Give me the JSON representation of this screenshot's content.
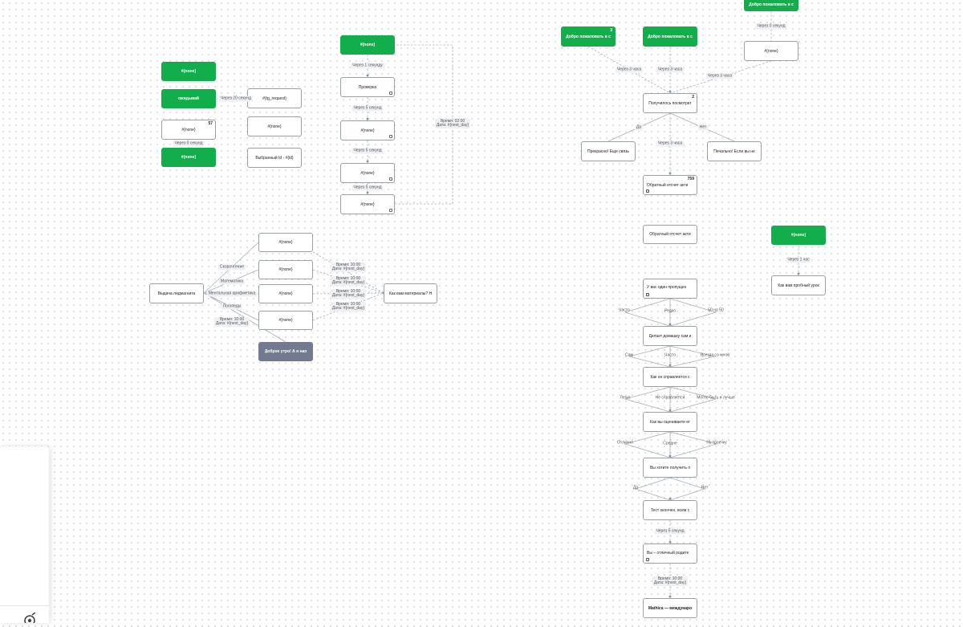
{
  "nodes": {
    "g1_start": {
      "text": "#{none}",
      "style": "green"
    },
    "g1_waiting": {
      "text": "ожидывай",
      "style": "green"
    },
    "g1_badge_node": {
      "text": "#{none}",
      "badge": "57"
    },
    "g1_bottom": {
      "text": "#{none}",
      "style": "green"
    },
    "g1_req": {
      "text": "#{tg_request}"
    },
    "g1_mid": {
      "text": "#{none}"
    },
    "g1_selected": {
      "text": "Выбранный Id - #{id}"
    },
    "g2_start": {
      "text": "#{none}",
      "style": "green"
    },
    "g2_check": {
      "text": "Проверка"
    },
    "g2_n1": {
      "text": "#{none}"
    },
    "g2_n2": {
      "text": "#{none}"
    },
    "g2_n3": {
      "text": "#{none}"
    },
    "g3_issue": {
      "text": "Выдача лидмагнита"
    },
    "g3_a": {
      "text": "#{none}"
    },
    "g3_b": {
      "text": "#{none}"
    },
    "g3_c": {
      "text": "#{none}"
    },
    "g3_d": {
      "text": "#{none}"
    },
    "g3_materials": {
      "text": "Как вам материалы? Н"
    },
    "g3_morning": {
      "text": "Доброе утро! А я нап",
      "style": "gray"
    },
    "g4_welcome1": {
      "text": "Добро пожаловать в с",
      "style": "green",
      "badge": "3"
    },
    "g4_welcome2": {
      "text": "Добро пожаловать в с",
      "style": "green"
    },
    "g4_welcome3": {
      "text": "Добро пожаловать в с",
      "style": "green"
    },
    "g4_none": {
      "text": "#{none}"
    },
    "g4_watched": {
      "text": "Получилось посмотрет",
      "badge": "2"
    },
    "g4_great": {
      "text": "Прекрасно! Еще связь"
    },
    "g4_sad": {
      "text": "Печально! Если вы не"
    },
    "g4_feedback1": {
      "text": "Обратный отсчет акти",
      "badge": "759"
    },
    "g5_feedback2": {
      "text": "Обратный отсчет акти"
    },
    "g6_none": {
      "text": "#{none}",
      "style": "green"
    },
    "g6_trial": {
      "text": "Как вам пробный урок"
    },
    "g7_q1": {
      "text": "У вас один пропущен"
    },
    "g7_q2": {
      "text": "Делает домашку сам и"
    },
    "g7_q3": {
      "text": "Как он справляется с"
    },
    "g7_q4": {
      "text": "Как вы оцениваете ег"
    },
    "g7_q5": {
      "text": "Вы хотите получить п"
    },
    "g7_q6": {
      "text": "Тест окончен, всем с"
    },
    "g7_q7": {
      "text": "Вы – отличный родите"
    },
    "g7_q8": {
      "text": "Mathica — междунаро"
    }
  },
  "edge_labels": {
    "g1_20s": "Через 20 секунд",
    "g1_0s": "Через 0 секунд",
    "g2_1s": "Через 1 секунду",
    "g2_5s_a": "Через 5 секунд",
    "g2_5s_b": "Через 5 секунд",
    "g2_5s_c": "Через 5 секунд",
    "g2_loop": "Время: 02:00\nДата: #{next_day}",
    "g3_soroban": "Скорочтение",
    "g3_math": "Математика",
    "g3_mental": "Ментальная арифметика",
    "g3_logic": "Логопеды",
    "g3_t1": "Время: 10:00\nДата: #{next_day}",
    "g3_t2": "Время: 10:00\nДата: #{next_day}",
    "g3_t3": "Время: 10:00\nДата: #{next_day}",
    "g3_t4": "Время: 10:00\nДата: #{next_day}",
    "g3_t5": "Время: 10:00\nДата: #{next_day}",
    "g4_0s": "Через 0 секунд",
    "g4_3h_a": "Через 3 часа",
    "g4_3h_b": "Через 3 часа",
    "g4_3h_c": "Через 3 часа",
    "g4_yes": "Да",
    "g4_no": "Нет",
    "g4_3h_d": "Через 3 часа",
    "g6_1h": "Через 1 час",
    "g7_often": "Часто",
    "g7_rarely": "Редко",
    "g7_5050": "50 на 50",
    "g7_self": "Сам",
    "g7_often2": "Часто",
    "g7_always": "Всегда со мной",
    "g7_easy": "Легко",
    "g7_cant": "Не справляется",
    "g7_sometimes": "Могло быть и лучше",
    "g7_excellent": "Отлично",
    "g7_average": "Средне",
    "g7_bit": "Ну троечку",
    "g7_yes": "Да",
    "g7_no": "Нет",
    "g7_5s": "Через 5 секунд",
    "g7_time": "Время: 10:00\nДата: #{next_day}"
  },
  "icons": {
    "link_icon": "external-link-icon",
    "comment_icon": "comment-icon",
    "tool_icon": "target-icon"
  },
  "colors": {
    "green": "#12ae4c",
    "gray_node": "#727a90",
    "edge": "#a9aeb5",
    "label_bg": "#eef0f3"
  }
}
